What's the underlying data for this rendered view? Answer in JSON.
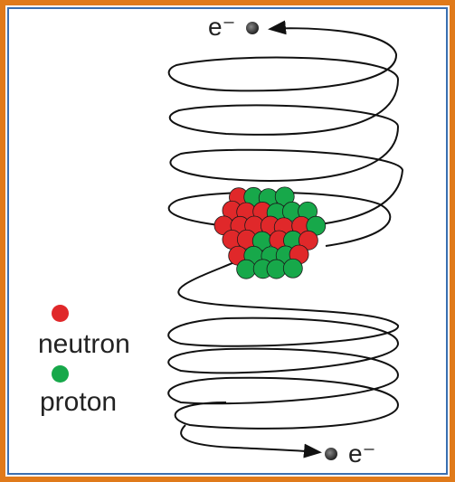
{
  "electron_top": {
    "label": "e⁻"
  },
  "electron_bottom": {
    "label": "e⁻"
  },
  "legend": {
    "neutron": {
      "label": "neutron",
      "color": "#e0282a"
    },
    "proton": {
      "label": "proton",
      "color": "#17a84a"
    }
  },
  "colors": {
    "frame_orange": "#e07a1a",
    "frame_blue": "#3a6fb0",
    "electron": "#444444",
    "spiral": "#111111"
  }
}
